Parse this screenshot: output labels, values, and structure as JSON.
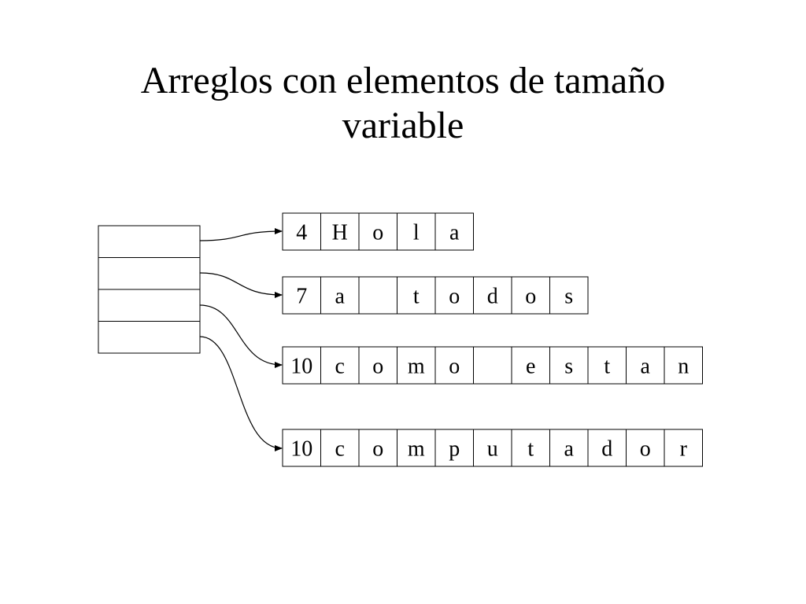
{
  "slide": {
    "title_line1": "Arreglos con elementos de tamaño",
    "title_line2": "variable"
  },
  "pointer_array": {
    "slots": 4
  },
  "strings": [
    {
      "length": "4",
      "chars": [
        "H",
        "o",
        "l",
        "a"
      ]
    },
    {
      "length": "7",
      "chars": [
        "a",
        " ",
        "t",
        "o",
        "d",
        "o",
        "s"
      ]
    },
    {
      "length": "10",
      "chars": [
        "c",
        "o",
        "m",
        "o",
        " ",
        "e",
        "s",
        "t",
        "a",
        "n"
      ]
    },
    {
      "length": "10",
      "chars": [
        "c",
        "o",
        "m",
        "p",
        "u",
        "t",
        "a",
        "d",
        "o",
        "r"
      ]
    }
  ]
}
